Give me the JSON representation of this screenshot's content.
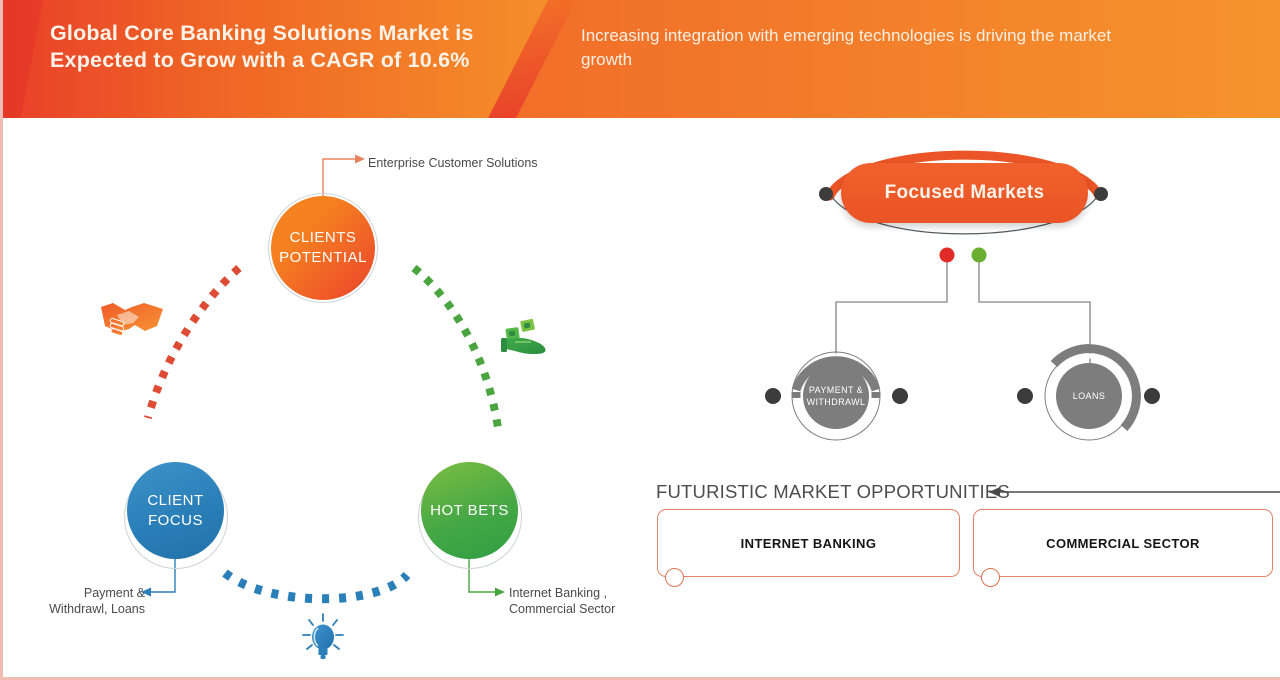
{
  "header": {
    "title": "Global Core Banking Solutions Market is Expected to Grow with a CAGR of 10.6%",
    "subtitle": "Increasing integration with emerging technologies is driving the market growth",
    "accent_left": "#e8402a",
    "accent_right": "#f5822a"
  },
  "left_diagram": {
    "nodes": [
      {
        "id": "clients-potential",
        "label": "CLIENTS\nPOTENTIAL",
        "color": "#ef5f28"
      },
      {
        "id": "client-focus",
        "label": "CLIENT\nFOCUS",
        "color": "#2a7fb8"
      },
      {
        "id": "hot-bets",
        "label": "HOT\nBETS",
        "color": "#46a845"
      }
    ],
    "callouts": [
      {
        "id": "enterprise",
        "text": "Enterprise Customer Solutions",
        "color": "#e86a45"
      },
      {
        "id": "payment-withdrawl",
        "text": "Payment &\nWithdrawl, Loans",
        "color": "#2a7fb8"
      },
      {
        "id": "internet-commercial",
        "text": "Internet Banking ,\nCommercial Sector",
        "color": "#46a845"
      }
    ],
    "icons": [
      {
        "id": "handshake-icon",
        "color": "#ef6a2a"
      },
      {
        "id": "money-in-hand-icon",
        "color": "#3faa4a"
      },
      {
        "id": "lightbulb-icon",
        "color": "#2a7fb8"
      }
    ]
  },
  "right_diagram": {
    "headline": "Focused Markets",
    "status_dots": [
      {
        "id": "red-dot",
        "color": "#e02b26"
      },
      {
        "id": "green-dot",
        "color": "#5fae2f"
      }
    ],
    "market_nodes": [
      {
        "id": "payment-withdrawl-node",
        "label": "PAYMENT &\nWITHDRAWL",
        "color": "#7d7d7d"
      },
      {
        "id": "loans-node",
        "label": "LOANS",
        "color": "#7d7d7d"
      }
    ],
    "section_title": "FUTURISTIC MARKET OPPORTUNITIES",
    "opportunities": [
      {
        "id": "internet-banking",
        "label": "INTERNET BANKING"
      },
      {
        "id": "commercial-sector",
        "label": "COMMERCIAL SECTOR"
      }
    ]
  }
}
